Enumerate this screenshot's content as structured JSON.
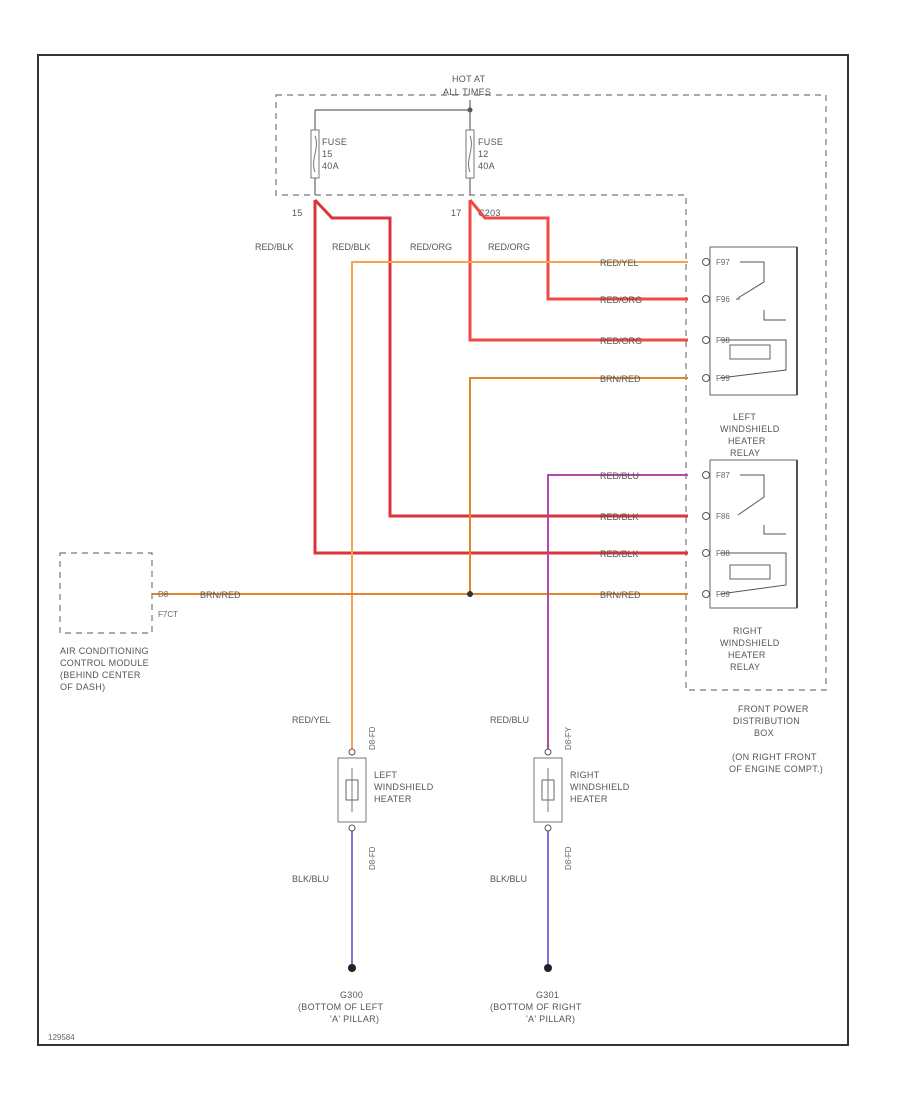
{
  "colors": {
    "red_blk": "#d8363c",
    "red_org": "#f04a44",
    "red_yel": "#f7a34e",
    "brn_red": "#e0852a",
    "red_blu": "#b44aa6",
    "blk_blu": "#7c78d8",
    "frame": "#333333"
  },
  "power_header": {
    "line1": "HOT AT",
    "line2": "ALL TIMES"
  },
  "fuses": [
    {
      "name": "FUSE",
      "num": "15",
      "amps": "40A",
      "terminal": "15"
    },
    {
      "name": "FUSE",
      "num": "12",
      "amps": "40A",
      "terminal": "17"
    }
  ],
  "fuse2_extra_label": "C203",
  "top_wire_labels": [
    "RED/BLK",
    "RED/BLK",
    "RED/ORG",
    "RED/ORG"
  ],
  "left_relay": {
    "title": [
      "LEFT",
      "WINDSHIELD",
      "HEATER",
      "RELAY"
    ],
    "pins": [
      "F97",
      "F96",
      "F98",
      "F99"
    ],
    "wire_labels": [
      "RED/YEL",
      "RED/ORG",
      "RED/ORG",
      "BRN/RED"
    ]
  },
  "right_relay": {
    "title": [
      "RIGHT",
      "WINDSHIELD",
      "HEATER",
      "RELAY"
    ],
    "pins": [
      "F87",
      "F86",
      "F88",
      "F89"
    ],
    "wire_labels": [
      "RED/BLU",
      "RED/BLK",
      "RED/BLK",
      "BRN/RED"
    ]
  },
  "pdb_label": [
    "FRONT POWER",
    "DISTRIBUTION",
    "BOX",
    "(ON RIGHT FRONT",
    "OF ENGINE COMPT.)"
  ],
  "ac_module": {
    "label": [
      "AIR CONDITIONING",
      "CONTROL MODULE",
      "(BEHIND CENTER",
      "OF DASH)"
    ],
    "pin_top": "D8",
    "pin_bottom": "F7CT",
    "wire_label": "BRN/RED"
  },
  "left_heater": {
    "label": [
      "LEFT",
      "WINDSHIELD",
      "HEATER"
    ],
    "top_wire": "RED/YEL",
    "bottom_wire": "BLK/BLU",
    "conn_top": "D8-FD",
    "conn_bottom": "D8-FD"
  },
  "right_heater": {
    "label": [
      "RIGHT",
      "WINDSHIELD",
      "HEATER"
    ],
    "top_wire": "RED/BLU",
    "bottom_wire": "BLK/BLU",
    "conn_top": "D8-FY",
    "conn_bottom": "D8-FD"
  },
  "grounds": [
    {
      "label": [
        "G300",
        "(BOTTOM OF LEFT",
        "'A' PILLAR)"
      ]
    },
    {
      "label": [
        "G301",
        "(BOTTOM OF RIGHT",
        "'A' PILLAR)"
      ]
    }
  ],
  "diagram_id": "129584"
}
